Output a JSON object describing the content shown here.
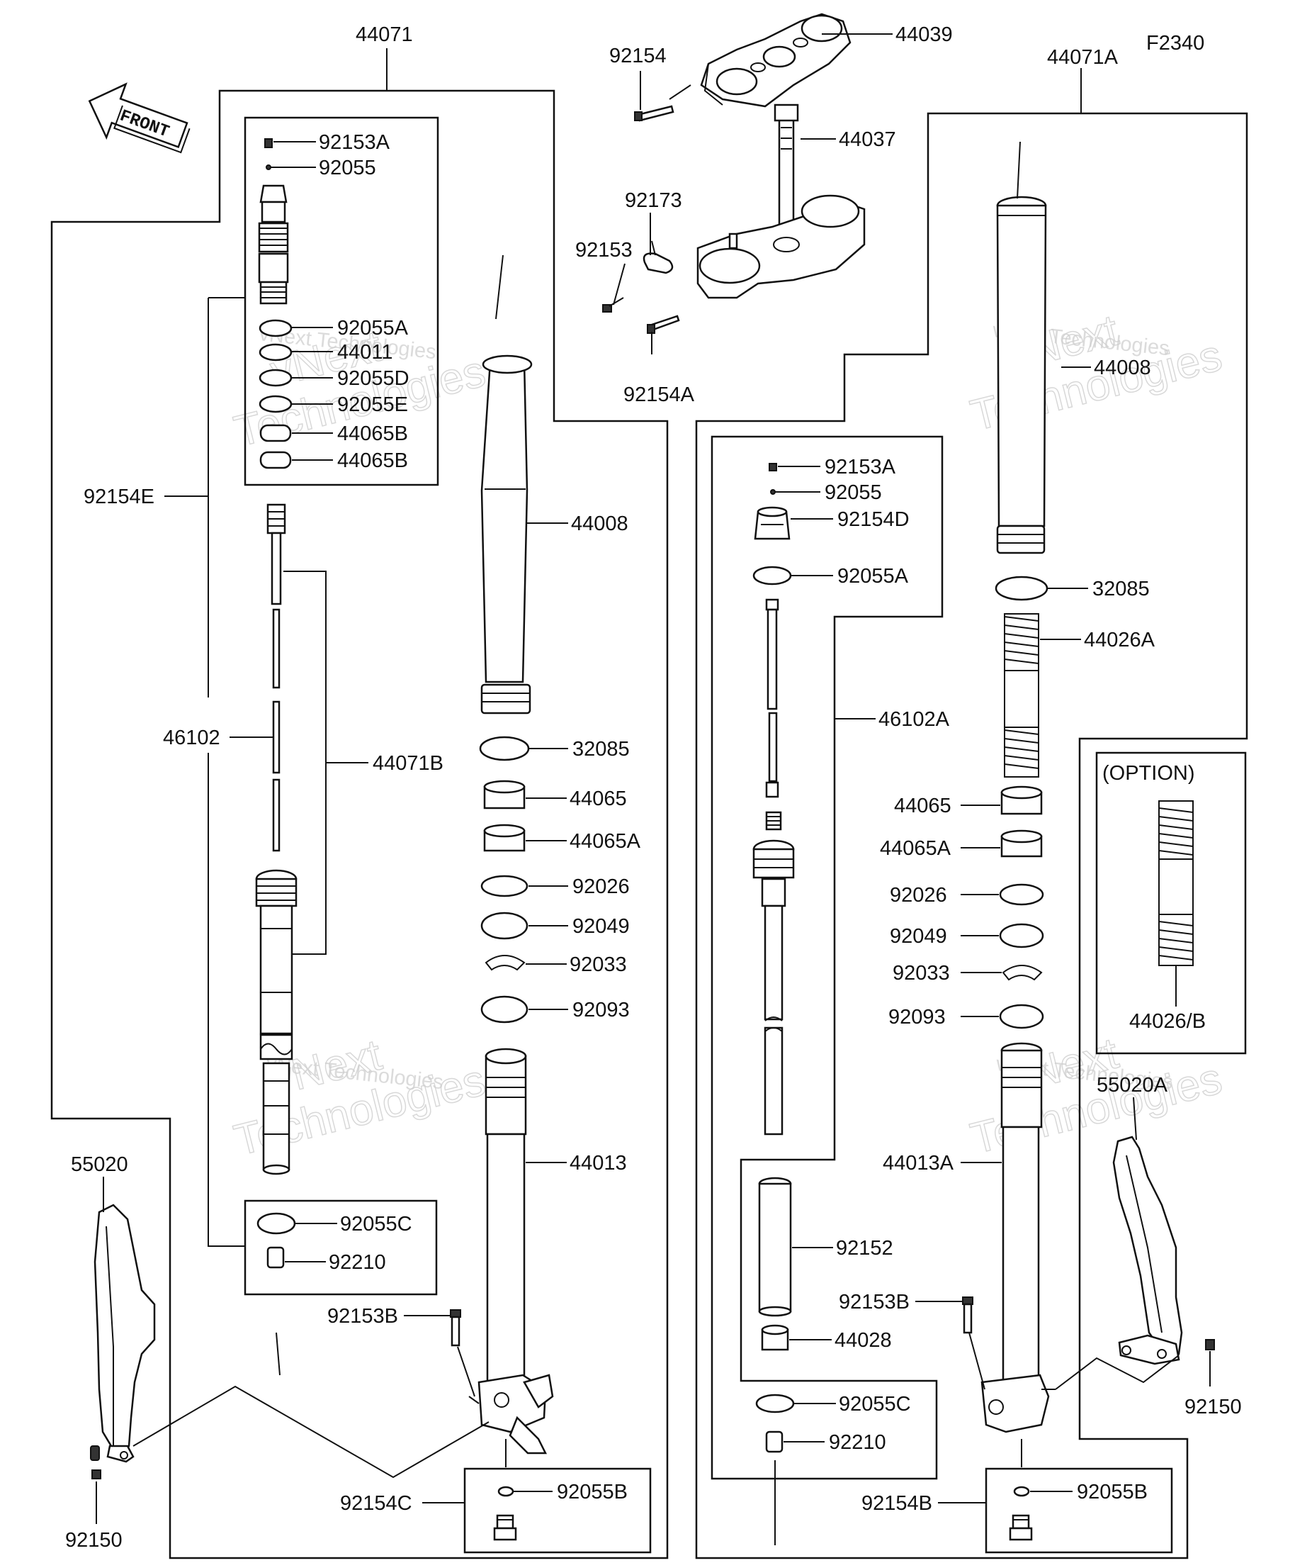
{
  "figure_code": "F2340",
  "front_label": "FRONT",
  "option_label": "(OPTION)",
  "watermark": {
    "line1": "vNext",
    "line2": "Technologies",
    "small": "vNext Technologies"
  },
  "labels": {
    "l44071": "44071",
    "l44039": "44039",
    "l92154": "92154",
    "l44071A": "44071A",
    "l44037": "44037",
    "l92173": "92173",
    "l92153": "92153",
    "l92154A": "92154A",
    "l92153A_l": "92153A",
    "l92055_l": "92055",
    "l92055A_l": "92055A",
    "l44011": "44011",
    "l92055D": "92055D",
    "l92055E": "92055E",
    "l44065B_1": "44065B",
    "l44065B_2": "44065B",
    "l92154E": "92154E",
    "l44008_l": "44008",
    "l46102": "46102",
    "l44071B": "44071B",
    "l32085_l": "32085",
    "l44065_l": "44065",
    "l44065A_l": "44065A",
    "l92026_l": "92026",
    "l92049_l": "92049",
    "l92033_l": "92033",
    "l92093_l": "92093",
    "l44013": "44013",
    "l55020": "55020",
    "l92055C_l": "92055C",
    "l92210_l": "92210",
    "l92153B_l": "92153B",
    "l92150_l": "92150",
    "l92154C": "92154C",
    "l92055B_l": "92055B",
    "l92153A_r": "92153A",
    "l92055_r": "92055",
    "l92154D": "92154D",
    "l92055A_r": "92055A",
    "l44008_r": "44008",
    "l32085_r": "32085",
    "l44026A": "44026A",
    "l46102A": "46102A",
    "l44065_r": "44065",
    "l44065A_r": "44065A",
    "l92026_r": "92026",
    "l92049_r": "92049",
    "l92033_r": "92033",
    "l92093_r": "92093",
    "l44026B": "44026/B",
    "l55020A": "55020A",
    "l44013A": "44013A",
    "l92152": "92152",
    "l92153B_r": "92153B",
    "l44028": "44028",
    "l92055C_r": "92055C",
    "l92210_r": "92210",
    "l92150_r": "92150",
    "l92154B": "92154B",
    "l92055B_r": "92055B"
  }
}
